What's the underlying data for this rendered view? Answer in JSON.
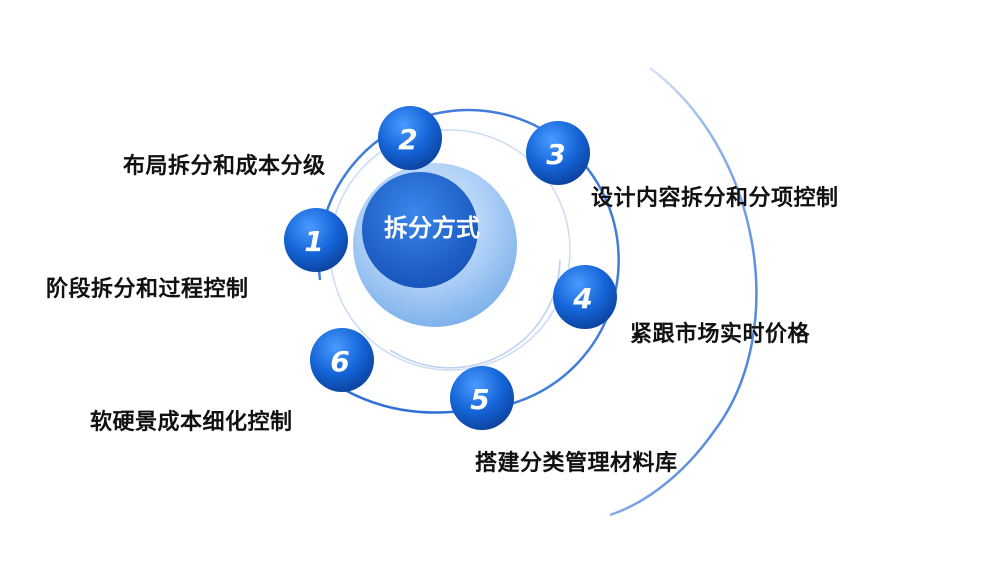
{
  "center": {
    "title": "拆分方式"
  },
  "items": [
    {
      "number": "1",
      "label": "阶段拆分和过程控制"
    },
    {
      "number": "2",
      "label": "布局拆分和成本分级"
    },
    {
      "number": "3",
      "label": "设计内容拆分和分项控制"
    },
    {
      "number": "4",
      "label": "紧跟市场实时价格"
    },
    {
      "number": "5",
      "label": "搭建分类管理材料库"
    },
    {
      "number": "6",
      "label": "软硬景成本细化控制"
    }
  ],
  "colors": {
    "node": "#1565d8",
    "node_dark": "#0b3f9a",
    "arc": "#2f6fd6",
    "center_dark": "#1a5dc9"
  }
}
